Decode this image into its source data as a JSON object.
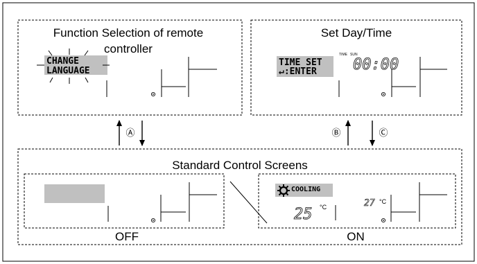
{
  "panels": {
    "function_selection": {
      "title": "Function Selection of remote controller",
      "title_line1": "Function Selection of remote",
      "title_line2": "controller",
      "lcd_line1": "CHANGE",
      "lcd_line2": "LANGUAGE"
    },
    "set_day_time": {
      "title": "Set Day/Time",
      "lcd_line1": "TIME SET",
      "lcd_line2": "↵:ENTER",
      "time_label": "TIME",
      "day_label": "SUN",
      "time_value": "00:00"
    },
    "standard_control": {
      "title": "Standard Control Screens",
      "off_caption": "OFF",
      "on_caption": "ON",
      "mode_label": "COOLING",
      "set_temp": "25",
      "set_temp_unit": "°C",
      "room_temp": "27",
      "room_temp_unit": "°C"
    }
  },
  "arrows": {
    "a_label": "Ⓐ",
    "b_label": "Ⓑ",
    "c_label": "Ⓒ"
  },
  "colors": {
    "lcd_highlight": "#c0c0c0",
    "line": "#000000"
  }
}
